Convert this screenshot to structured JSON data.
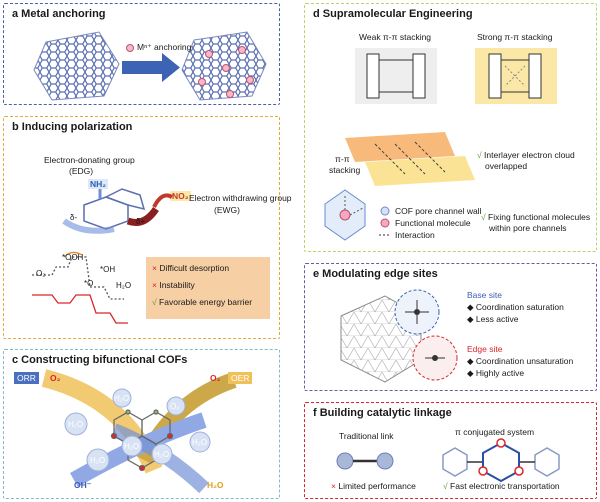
{
  "panels": {
    "a": {
      "title": "a Metal anchoring",
      "anchor_label": "Mⁿ⁺ anchoring",
      "border": "#4a5fa8"
    },
    "b": {
      "title": "b Inducing polarization",
      "edg_label_1": "Electron-donating group",
      "edg_label_2": "(EDG)",
      "nh2": "NH₂",
      "no2": "NO₂",
      "ewg_label_1": "Electron withdrawing group",
      "ewg_label_2": "(EWG)",
      "delta_minus": "δ-",
      "delta_plus": "δ+",
      "ooh": "*OOH",
      "oh": "*OH",
      "o": "*O",
      "o2": "O₂",
      "h2o": "H₂O",
      "list": [
        {
          "mark": "×",
          "text": "Difficult desorption",
          "mark_color": "#d9262a"
        },
        {
          "mark": "×",
          "text": "Instability",
          "mark_color": "#d9262a"
        },
        {
          "mark": "√",
          "text": "Favorable energy barrier",
          "mark_color": "#5aa02c"
        }
      ],
      "border": "#e2a93b"
    },
    "c": {
      "title": "c Constructing bifunctional COFs",
      "orr": "ORR",
      "o2_left": "O₂",
      "o2_right": "O₂",
      "oer": "OER",
      "oh": "OH⁻",
      "h2o": "H₂O",
      "bubbles": [
        "H₂O",
        "H₂O",
        "H₂O",
        "H₂O",
        "O₂",
        "H₂O",
        "H₂O"
      ],
      "border": "#7fbfc4"
    },
    "d": {
      "title": "d Supramolecular Engineering",
      "weak": "Weak π-π stacking",
      "strong": "Strong π-π stacking",
      "pi_stacking_1": "π-π",
      "pi_stacking_2": "stacking",
      "overlap_mark": "√",
      "overlap_1": "Interlayer electron cloud",
      "overlap_2": "overlapped",
      "legend": [
        "COF pore channel wall",
        "Functional molecule",
        "Interaction"
      ],
      "fix_mark": "√",
      "fix_1": "Fixing functional molecules",
      "fix_2": "within pore channels",
      "border": "#b8d36a"
    },
    "e": {
      "title": "e Modulating edge sites",
      "base_site": "Base site",
      "base_points": [
        "Coordination saturation",
        "Less active"
      ],
      "edge_site": "Edge site",
      "edge_points": [
        "Coordination unsaturation",
        "Highly active"
      ],
      "base_color": "#3b5fb5",
      "edge_color": "#d9262a",
      "border": "#6a5aa8"
    },
    "f": {
      "title": "f Building catalytic linkage",
      "traditional": "Traditional link",
      "conjugated": "π conjugated system",
      "limited_mark": "×",
      "limited": "Limited performance",
      "fast_mark": "√",
      "fast": "Fast electronic transportation",
      "border": "#d9262a"
    }
  }
}
